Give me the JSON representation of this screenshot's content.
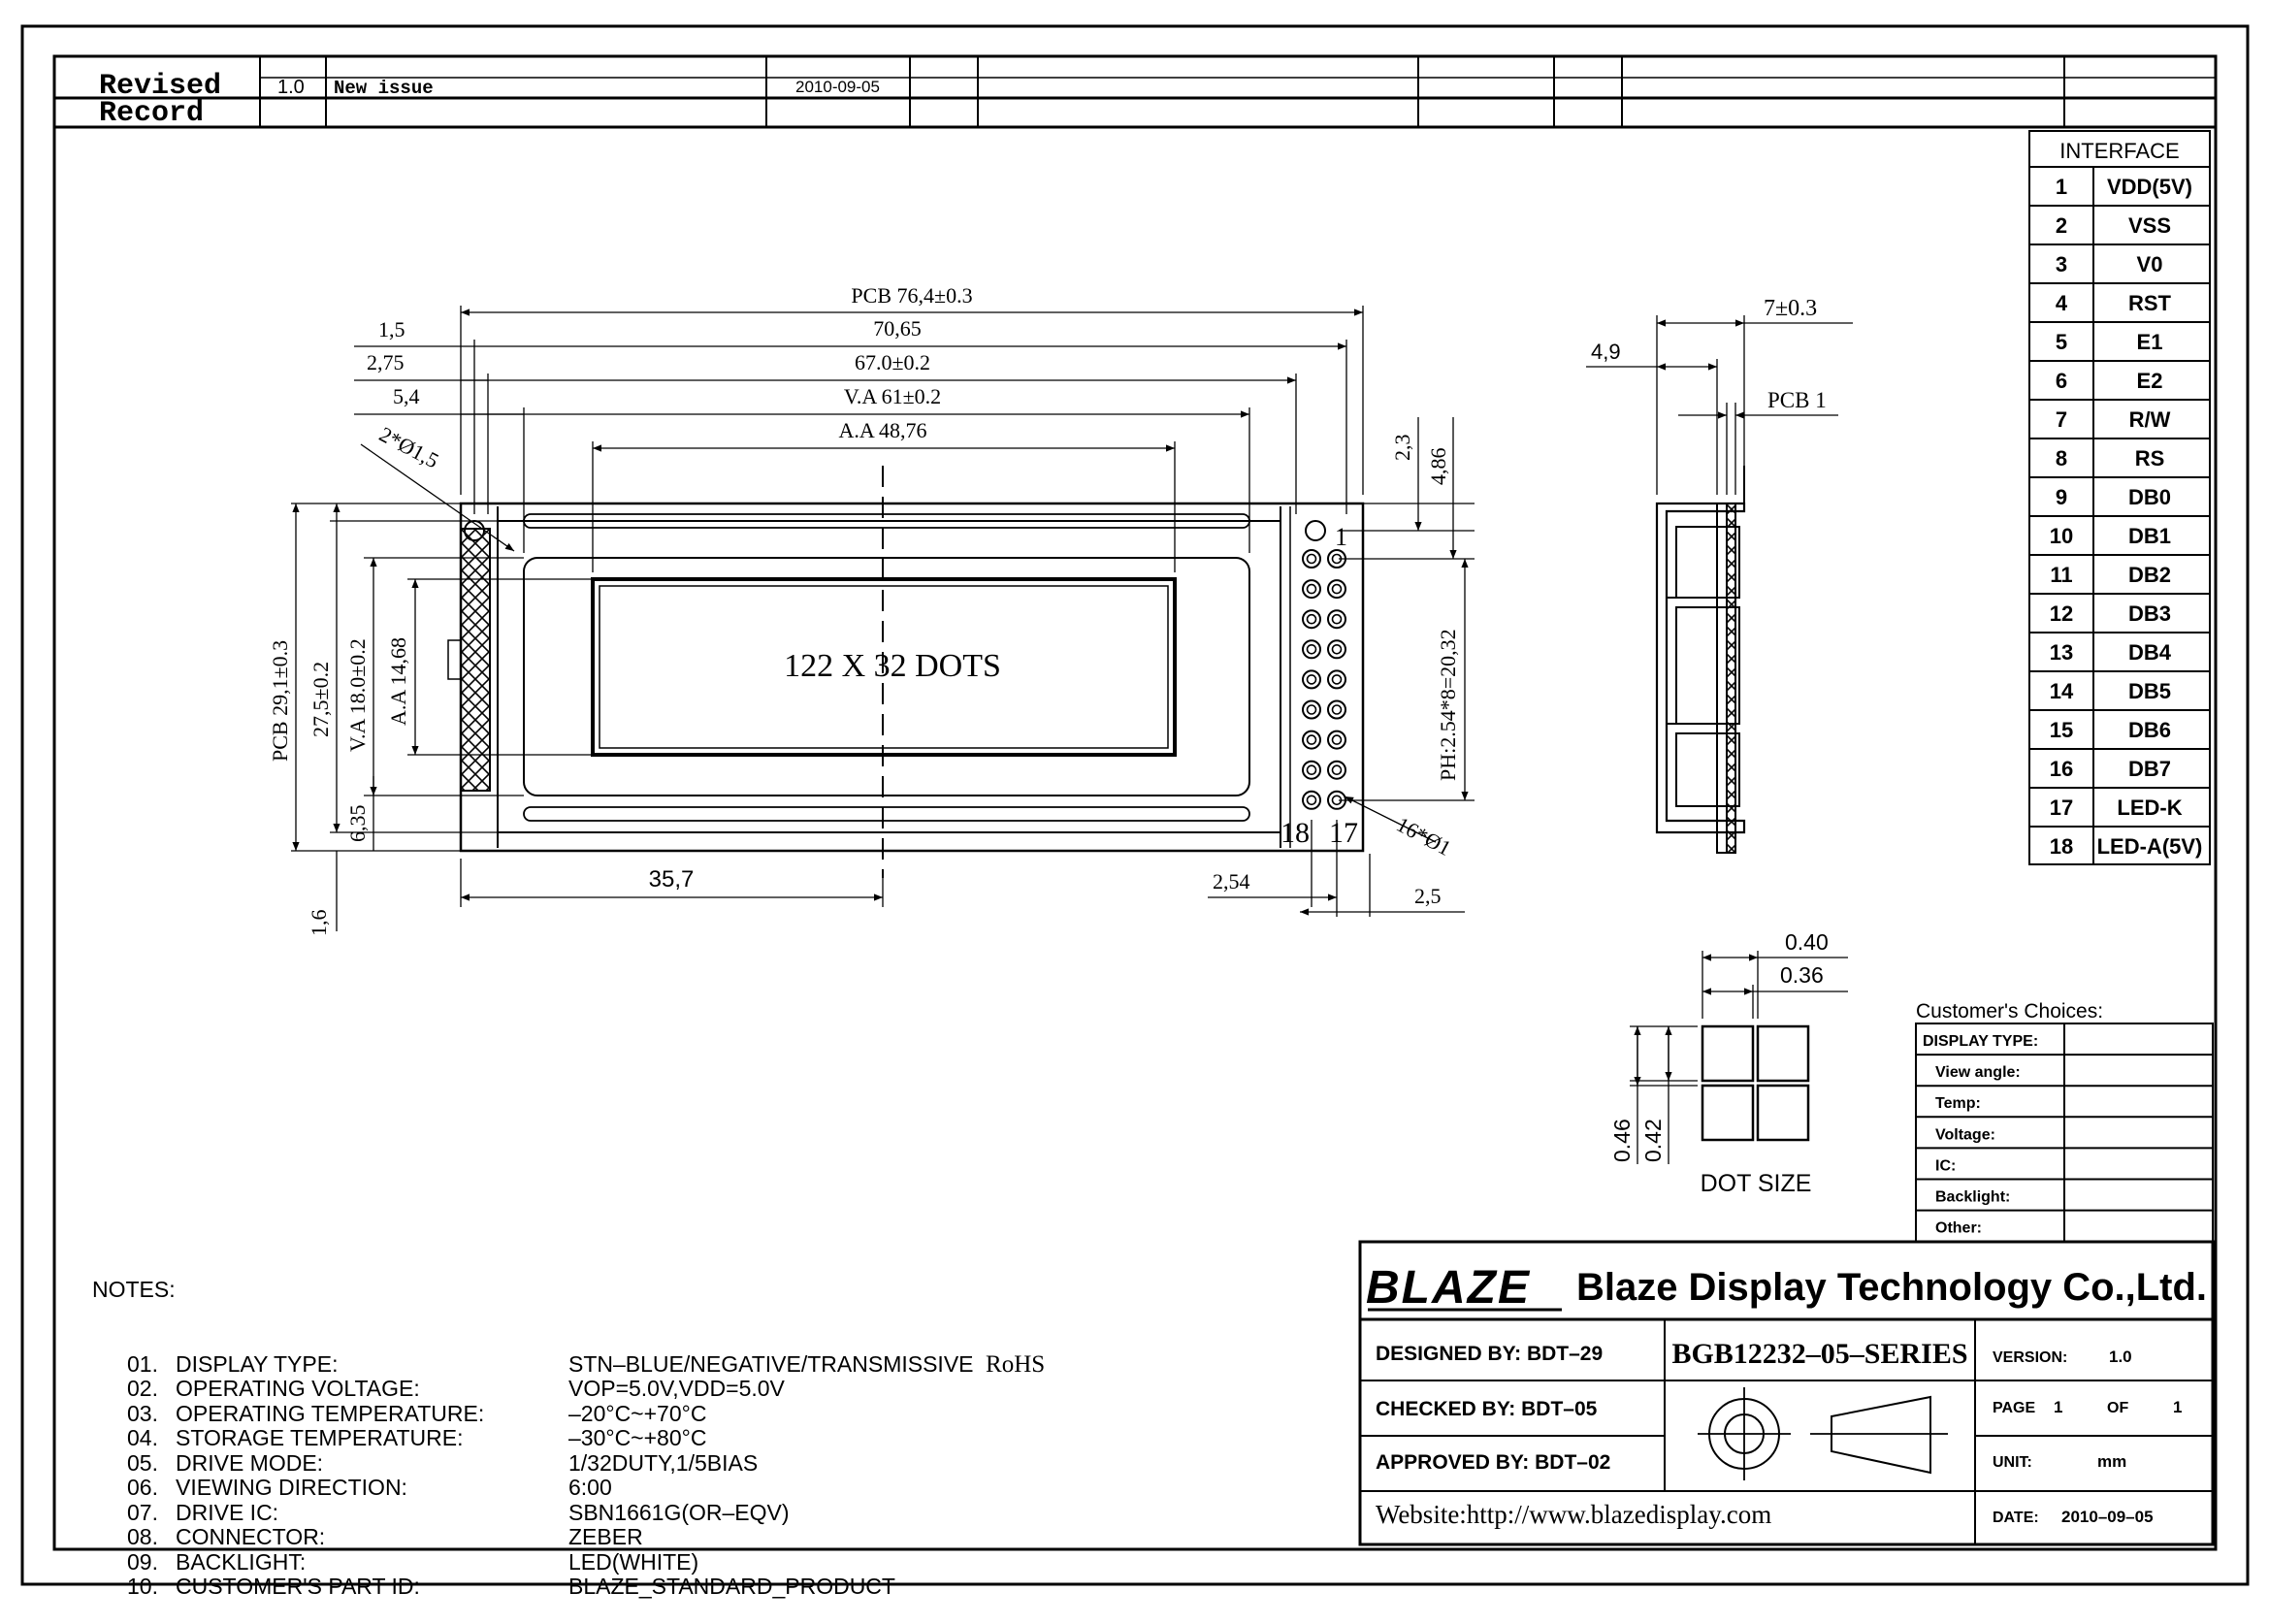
{
  "revision": {
    "header": "Revised Record",
    "header_line1": "Revised",
    "header_line2": "Record",
    "version": "1.0",
    "description": "New issue",
    "date": "2010-09-05"
  },
  "interface": {
    "title": "INTERFACE",
    "pins": [
      {
        "no": "1",
        "name": "VDD(5V)"
      },
      {
        "no": "2",
        "name": "VSS"
      },
      {
        "no": "3",
        "name": "V0"
      },
      {
        "no": "4",
        "name": "RST"
      },
      {
        "no": "5",
        "name": "E1"
      },
      {
        "no": "6",
        "name": "E2"
      },
      {
        "no": "7",
        "name": "R/W"
      },
      {
        "no": "8",
        "name": "RS"
      },
      {
        "no": "9",
        "name": "DB0"
      },
      {
        "no": "10",
        "name": "DB1"
      },
      {
        "no": "11",
        "name": "DB2"
      },
      {
        "no": "12",
        "name": "DB3"
      },
      {
        "no": "13",
        "name": "DB4"
      },
      {
        "no": "14",
        "name": "DB5"
      },
      {
        "no": "15",
        "name": "DB6"
      },
      {
        "no": "16",
        "name": "DB7"
      },
      {
        "no": "17",
        "name": "LED-K"
      },
      {
        "no": "18",
        "name": "LED-A(5V)"
      }
    ]
  },
  "drawing": {
    "display_text": "122 X 32 DOTS",
    "dims": {
      "pcb_width": "PCB  76,4±0.3",
      "d7065": "70,65",
      "d670": "67.0±0.2",
      "va_width": "V.A  61±0.2",
      "aa_width": "A.A 48,76",
      "d15": "1,5",
      "d275": "2,75",
      "d54": "5,4",
      "hole": "2*Ø1,5",
      "d23": "2,3",
      "d486": "4,86",
      "pin1": "1",
      "pitch": "PH:2.54*8=20,32",
      "pin18": "18",
      "pin17": "17",
      "pad": "16*Ø1",
      "pcb_height": "PCB 29,1±0.3",
      "d275h": "27,5±0.2",
      "va_height": "V.A 18.0±0.2",
      "aa_height": "A.A 14,68",
      "d635": "6,35",
      "d16": "1,6",
      "d357": "35,7",
      "d254": "2,54",
      "d25": "2,5",
      "thickness": "7±0.3",
      "d49": "4,9",
      "pcb1": "PCB 1",
      "dot_w1": "0.40",
      "dot_w2": "0.36",
      "dot_h1": "0.46",
      "dot_h2": "0.42",
      "dot_size": "DOT SIZE"
    }
  },
  "customer_choices": {
    "title": "Customer's Choices:",
    "rows": [
      "DISPLAY TYPE:",
      "View angle:",
      "Temp:",
      "Voltage:",
      "IC:",
      "Backlight:",
      "Other:"
    ]
  },
  "notes": {
    "title": "NOTES:",
    "items": [
      {
        "no": "01.",
        "label": "DISPLAY TYPE:",
        "value": "STN–BLUE/NEGATIVE/TRANSMISSIVE",
        "extra": "RoHS"
      },
      {
        "no": "02.",
        "label": "OPERATING VOLTAGE:",
        "value": "VOP=5.0V,VDD=5.0V",
        "extra": ""
      },
      {
        "no": "03.",
        "label": "OPERATING TEMPERATURE:",
        "value": "–20°C~+70°C",
        "extra": ""
      },
      {
        "no": "04.",
        "label": "STORAGE TEMPERATURE:",
        "value": "–30°C~+80°C",
        "extra": ""
      },
      {
        "no": "05.",
        "label": "DRIVE MODE:",
        "value": "1/32DUTY,1/5BIAS",
        "extra": ""
      },
      {
        "no": "06.",
        "label": "VIEWING DIRECTION:",
        "value": "6:00",
        "extra": ""
      },
      {
        "no": "07.",
        "label": "DRIVE IC:",
        "value": "SBN1661G(OR–EQV)",
        "extra": ""
      },
      {
        "no": "08.",
        "label": "CONNECTOR:",
        "value": "ZEBER",
        "extra": ""
      },
      {
        "no": "09.",
        "label": "BACKLIGHT:",
        "value": "LED(WHITE)",
        "extra": ""
      },
      {
        "no": "10.",
        "label": "CUSTOMER'S PART ID:",
        "value": "BLAZE_STANDARD_PRODUCT",
        "extra": ""
      }
    ]
  },
  "title_block": {
    "logo": "BLAZE",
    "company": "Blaze Display Technology Co.,Ltd.",
    "designed": "DESIGNED BY: BDT–29",
    "checked": "CHECKED BY: BDT–05",
    "approved": "APPROVED BY: BDT–02",
    "part_no": "BGB12232–05–SERIES",
    "version_label": "VERSION:",
    "version": "1.0",
    "page_label": "PAGE",
    "page": "1",
    "of_label": "OF",
    "of": "1",
    "unit_label": "UNIT:",
    "unit": "mm",
    "date_label": "DATE:",
    "date": "2010–09–05",
    "website": "Website:http://www.blazedisplay.com"
  }
}
